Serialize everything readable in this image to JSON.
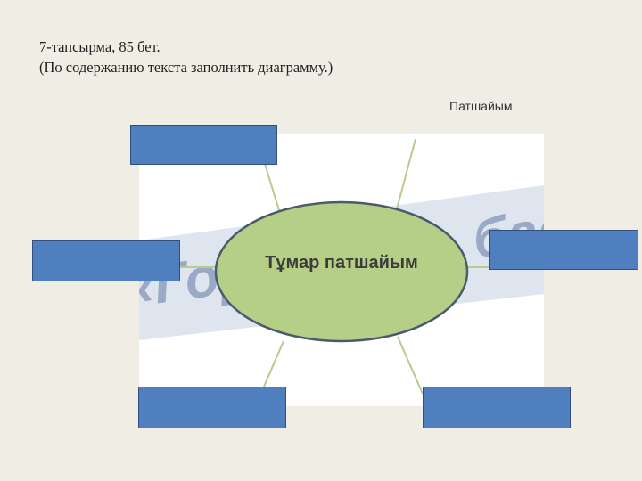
{
  "task": {
    "line1": "7-тапсырма, 85 бет.",
    "line2": "(По содержанию текста заполнить диаграмму.)"
  },
  "top_label": "Патшайым",
  "center_label": "Тұмар патшайым",
  "watermark_text": "«Горизонт» баспа",
  "colors": {
    "background": "#efede4",
    "ellipse_fill": "#b6cf86",
    "ellipse_stroke": "#4c5a6e",
    "box_fill": "#4f7fbf",
    "connector": "#b5cc8e",
    "watermark": "#8fa0c0"
  }
}
